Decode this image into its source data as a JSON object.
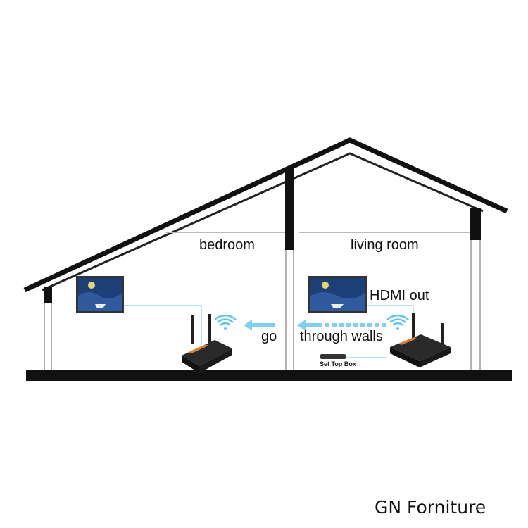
{
  "labels": {
    "bedroom": "bedroom",
    "living_room": "living room",
    "hdmi_out": "HDMI out",
    "go": "go",
    "through_walls": "through walls",
    "set_top_box": "Set Top Box"
  },
  "watermark": "GN Forniture",
  "colors": {
    "signal": "#7fd0ef",
    "structure": "#111111",
    "router_accent": "#e07b2a"
  }
}
